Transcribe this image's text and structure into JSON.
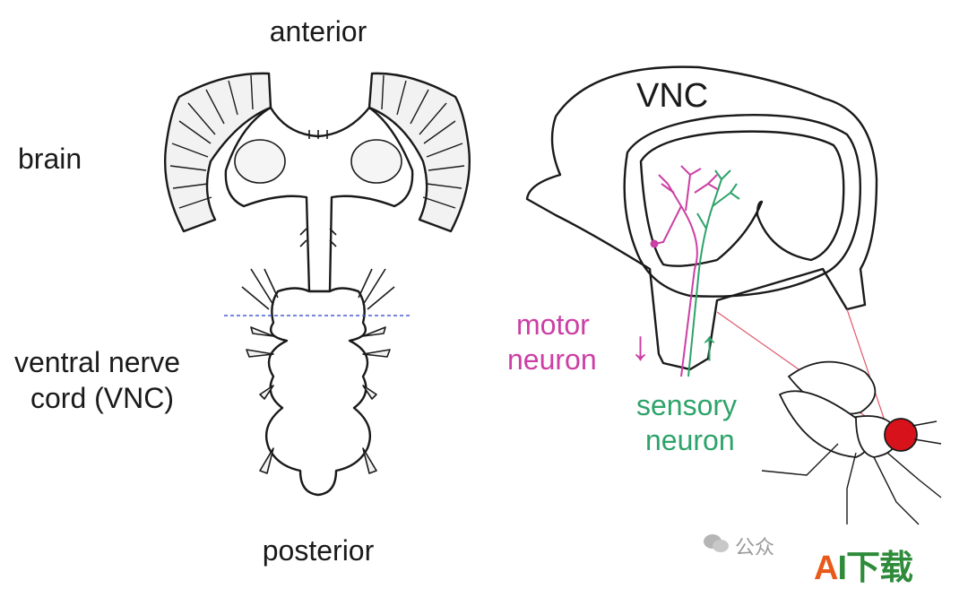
{
  "left_panel": {
    "anterior": "anterior",
    "brain": "brain",
    "vnc_line1": "ventral nerve",
    "vnc_line2": "cord (VNC)",
    "posterior": "posterior"
  },
  "right_panel": {
    "vnc": "VNC",
    "motor_line1": "motor",
    "motor_line2": "neuron",
    "sensory_line1": "sensory",
    "sensory_line2": "neuron",
    "down_arrow": "↓",
    "up_arrow": "↑"
  },
  "colors": {
    "motor": "#cc3fa4",
    "sensory": "#2ea36a",
    "outline": "#1a1a1a",
    "section_line": "#4a5fd0",
    "fly_eye": "#d8121a",
    "leader": "#e05a6a"
  },
  "watermark": {
    "text": "公众",
    "logo_a": "A",
    "logo_rest": "I下载"
  }
}
